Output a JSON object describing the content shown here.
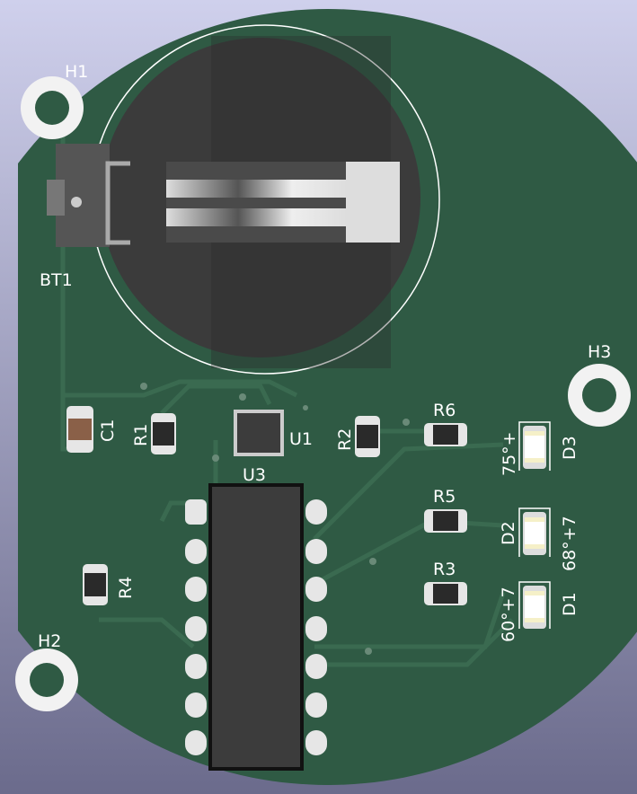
{
  "colors": {
    "board": "#2f5a44",
    "trace": "#3a6a50",
    "silkscreen": "#ffffff",
    "pad": "#e6e6e6",
    "ic": "#3c3c3c"
  },
  "labels": {
    "h1": "H1",
    "h2": "H2",
    "h3": "H3",
    "bt1": "BT1",
    "c1": "C1",
    "r1": "R1",
    "r2": "R2",
    "r3": "R3",
    "r4": "R4",
    "r5": "R5",
    "r6": "R6",
    "u1": "U1",
    "u3": "U3",
    "d1": "D1",
    "d2": "D2",
    "d3": "D3",
    "d3_temp": "75°+",
    "d2_temp": "68°+7",
    "d1_temp": "60°+7"
  }
}
